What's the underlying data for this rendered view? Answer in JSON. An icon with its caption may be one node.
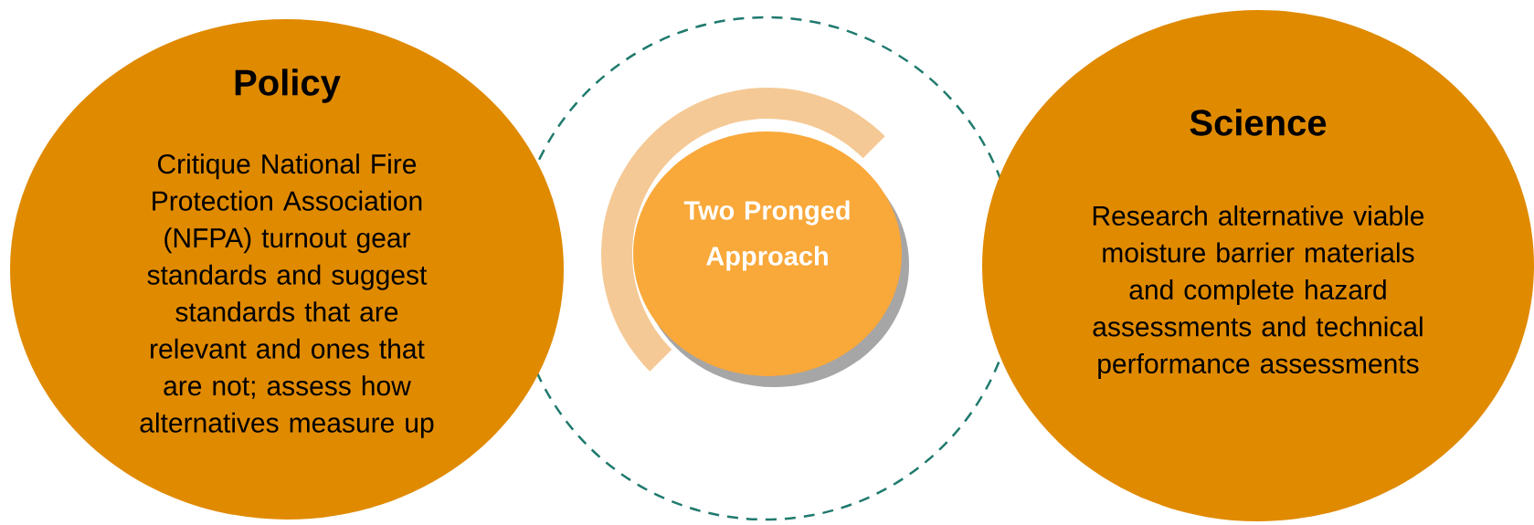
{
  "diagram": {
    "nodes": [
      {
        "text": [
          "Policy",
          "Critique National Fire Protection Association (NFPA) turnout gear standards and suggest standards that are relevant and ones that are not; assess how alternatives measure up"
        ]
      },
      {
        "text": [
          "Two Pronged Approach"
        ]
      },
      {
        "text": [
          "Science",
          "Research alternative viable moisture barrier materials and complete hazard assessments and technical performance assessments"
        ]
      }
    ]
  }
}
